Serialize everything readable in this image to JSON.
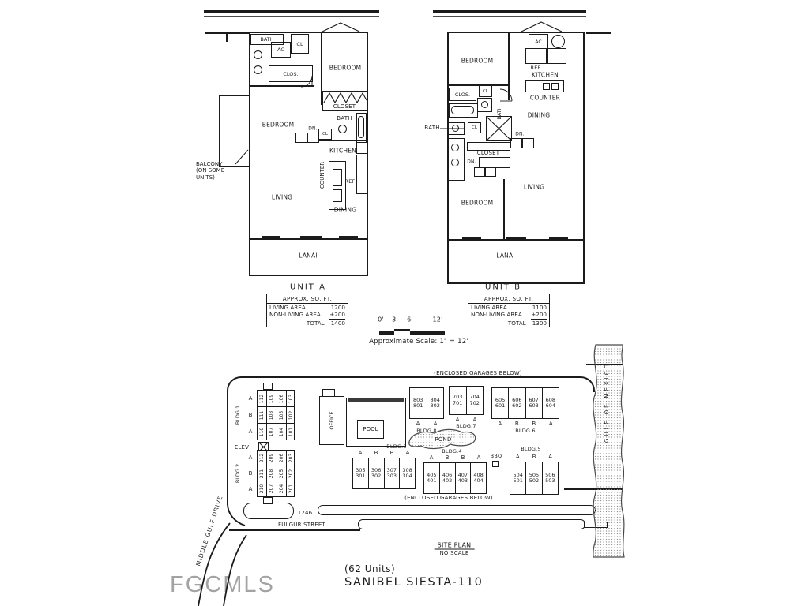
{
  "watermark": "FGCMLS",
  "unit_a": {
    "title": "UNIT A",
    "labels": {
      "bath_top": "BATH",
      "ac": "AC",
      "cl_top": "CL",
      "clos": "CLOS.",
      "bedroom_right": "BEDROOM",
      "closet": "CLOSET",
      "bath_right": "BATH",
      "bedroom_left": "BEDROOM",
      "dn": "DN.",
      "cl_mid": "CL",
      "kitchen": "KITCHEN",
      "counter": "COUNTER",
      "ref": "REF",
      "living": "LIVING",
      "dining": "DINING",
      "lanai": "LANAI",
      "balcony_note_1": "BALCONY",
      "balcony_note_2": "(ON SOME",
      "balcony_note_3": "UNITS)"
    },
    "table": {
      "header": "APPROX. SQ. FT.",
      "rows": [
        {
          "label": "LIVING AREA",
          "value": "1200"
        },
        {
          "label": "NON-LIVING AREA",
          "value": "+200"
        },
        {
          "label": "TOTAL",
          "value": "1400"
        }
      ]
    }
  },
  "unit_b": {
    "title": "UNIT B",
    "labels": {
      "bedroom_top": "BEDROOM",
      "ac": "AC",
      "ref": "REF",
      "kitchen": "KITCHEN",
      "counter": "COUNTER",
      "dining": "DINING",
      "clos": "CLOS.",
      "cl_top": "CL",
      "bath_vert": "BATH",
      "bath_left": "BATH",
      "cl_mid": "CL",
      "dn_right": "DN.",
      "closet": "CLOSET",
      "dn_left": "DN.",
      "living": "LIVING",
      "bedroom_bottom": "BEDROOM",
      "lanai": "LANAI"
    },
    "table": {
      "header": "APPROX. SQ. FT.",
      "rows": [
        {
          "label": "LIVING AREA",
          "value": "1100"
        },
        {
          "label": "NON-LIVING AREA",
          "value": "+200"
        },
        {
          "label": "TOTAL",
          "value": "1300"
        }
      ]
    }
  },
  "scale_bar": {
    "ticks": [
      "0'",
      "3'",
      "6'",
      "12'"
    ],
    "caption": "Approximate Scale: 1\" = 12'"
  },
  "site_plan": {
    "garages_top": "(ENCLOSED GARAGES BELOW)",
    "garages_bottom": "(ENCLOSED GARAGES BELOW)",
    "elev": "ELEV",
    "office": "OFFICE",
    "pool": "POOL",
    "pond": "POND",
    "bbq": "BBQ",
    "address": "1246",
    "street": "FULGUR STREET",
    "drive": "MIDDLE GULF DRIVE",
    "gulf": "GULF OF MEXICO",
    "title": "SITE PLAN",
    "subtitle": "NO SCALE",
    "bldg1": {
      "name": "BLDG.1",
      "row_letters": [
        "A",
        "B",
        "A"
      ],
      "rows": [
        [
          "112",
          "109",
          "106",
          "103"
        ],
        [
          "111",
          "108",
          "105",
          "102"
        ],
        [
          "110",
          "107",
          "104",
          "101"
        ]
      ]
    },
    "bldg2": {
      "name": "BLDG.2",
      "row_letters": [
        "A",
        "B",
        "A"
      ],
      "rows": [
        [
          "212",
          "209",
          "206",
          "203"
        ],
        [
          "211",
          "208",
          "205",
          "202"
        ],
        [
          "210",
          "207",
          "204",
          "201"
        ]
      ]
    },
    "bldg3": {
      "name": "BLDG.3",
      "col_letters": [
        "A",
        "B",
        "B",
        "A"
      ],
      "cells": [
        [
          "305",
          "301"
        ],
        [
          "306",
          "302"
        ],
        [
          "307",
          "303"
        ],
        [
          "308",
          "304"
        ]
      ]
    },
    "bldg4": {
      "name": "BLDG.4",
      "col_letters": [
        "A",
        "B",
        "B",
        "A"
      ],
      "cells": [
        [
          "405",
          "401"
        ],
        [
          "406",
          "402"
        ],
        [
          "407",
          "403"
        ],
        [
          "408",
          "404"
        ]
      ]
    },
    "bldg5": {
      "name": "BLDG.5",
      "col_letters": [
        "A",
        "B",
        "A"
      ],
      "cells": [
        [
          "504",
          "501"
        ],
        [
          "505",
          "502"
        ],
        [
          "506",
          "503"
        ]
      ]
    },
    "bldg6": {
      "name": "BLDG.6",
      "col_letters": [
        "A",
        "B",
        "B",
        "A"
      ],
      "cells": [
        [
          "605",
          "601"
        ],
        [
          "606",
          "602"
        ],
        [
          "607",
          "603"
        ],
        [
          "608",
          "604"
        ]
      ]
    },
    "bldg7": {
      "name": "BLDG.7",
      "col_letters": [
        "A",
        "A"
      ],
      "cells": [
        [
          "703",
          "701"
        ],
        [
          "704",
          "702"
        ]
      ]
    },
    "bldg8": {
      "name": "BLDG.8",
      "col_letters": [
        "A",
        "A"
      ],
      "cells": [
        [
          "803",
          "801"
        ],
        [
          "804",
          "802"
        ]
      ]
    }
  },
  "footer": {
    "units_count": "(62 Units)",
    "project_name": "SANIBEL SIESTA-110"
  }
}
